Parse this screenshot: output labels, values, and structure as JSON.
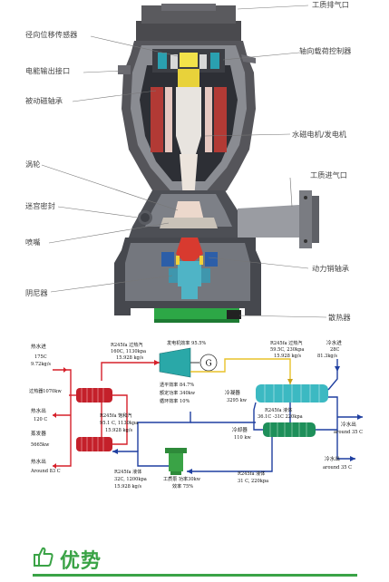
{
  "turbine_labels": {
    "exhaust_port": "工质排气口",
    "radial_sensor": "径向位移传感器",
    "axial_controller": "轴向载荷控制器",
    "motor_outlet": "电能输出接口",
    "passive_bearing": "被动磁轴承",
    "motor_generator": "水磁电机/发电机",
    "inlet_port": "工质进气口",
    "turbine": "涡轮",
    "labyrinth_seal": "迷宫密封",
    "nozzle": "喷嘴",
    "damper": "阴尼器",
    "dynamic_bearing": "动力销轴承",
    "heat_sink": "散热器"
  },
  "cycle": {
    "hot_water_in_title": "热水进",
    "hot_water_in_temp": "175C",
    "hot_water_in_flow": "9.72kg/s",
    "superheater_label": "过热器1070kw",
    "hot_water_out_title": "热水出",
    "hot_water_out_temp": "120 C",
    "evaporator_label_1": "蒸发器",
    "evaporator_label_2": "5665kw",
    "hot_water_out2_title": "热水出",
    "hot_water_out2_temp": "Around 83 C",
    "sh_vapor_1": "R245fa 过热汽",
    "sh_vapor_2": "160C, 1130kpa",
    "sh_vapor_3": "15.928 kg/s",
    "sat_vapor_1": "R245fa 饱和汽",
    "sat_vapor_2": "95.1 C, 1130kpa",
    "sat_vapor_3": "15.928 kg/s",
    "gen_eff": "发电机效率 95.5%",
    "gen_symbol": "G",
    "perf_1": "透平效率   84.7%",
    "perf_2": "额定功率   340kw",
    "perf_3": "循环效率   10%",
    "exh_vapor_1": "R245fa 过热汽",
    "exh_vapor_2": "59.5C, 230kpa",
    "exh_vapor_3": "15.928 kg/s",
    "cool_in_title": "冷水进",
    "cool_in_temp": "28C",
    "cool_in_flow": "81.3kg/s",
    "condenser_label_1": "冷凝器",
    "condenser_label_2": "3295 kw",
    "cond_out_1": "R245fa 液体",
    "cond_out_2": "36.1C  -31C  220kpa",
    "cool_out_title": "冷水出",
    "cool_out_temp": "around 35 C",
    "cooler_label_1": "冷却器",
    "cooler_label_2": "110 kw",
    "cool_out2_title": "冷水出",
    "cool_out2_temp": "around 35 C",
    "pump_liquid_1": "R245fa 液体",
    "pump_liquid_2": "32C, 1200kpa",
    "pump_liquid_3": "15.928 kg/s",
    "pump_label_1": "工质泵 功率30kw",
    "pump_label_2": "效率 75%",
    "cooler_liquid_1": "R245fa 液体",
    "cooler_liquid_2": "31 C, 220kpa"
  },
  "advantage_title": "优势",
  "colors": {
    "accent_green": "#3aa346",
    "hot": "#d6202a",
    "cold": "#1f3fa0",
    "vapor": "#e8c22a"
  }
}
